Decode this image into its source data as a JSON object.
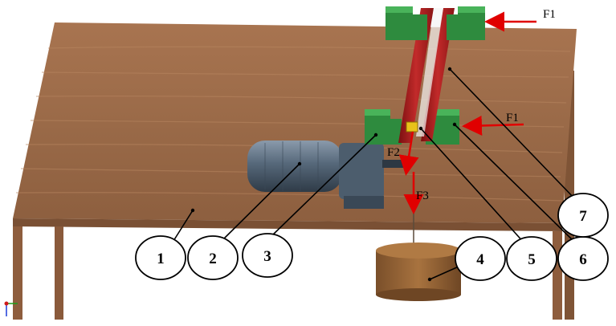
{
  "callouts": [
    "1",
    "2",
    "3",
    "4",
    "5",
    "6",
    "7"
  ],
  "forces": {
    "f1_top": "F1",
    "f1_mid": "F1",
    "f2": "F2",
    "f3": "F3"
  },
  "colors": {
    "table": "#9b6a47",
    "table_leg": "#8e5d3d",
    "rail": "#a81f1f",
    "bracket": "#2e8b3e",
    "motor": "#5c6f80",
    "weight": "#9a6a3c",
    "arrow": "#e00000"
  }
}
